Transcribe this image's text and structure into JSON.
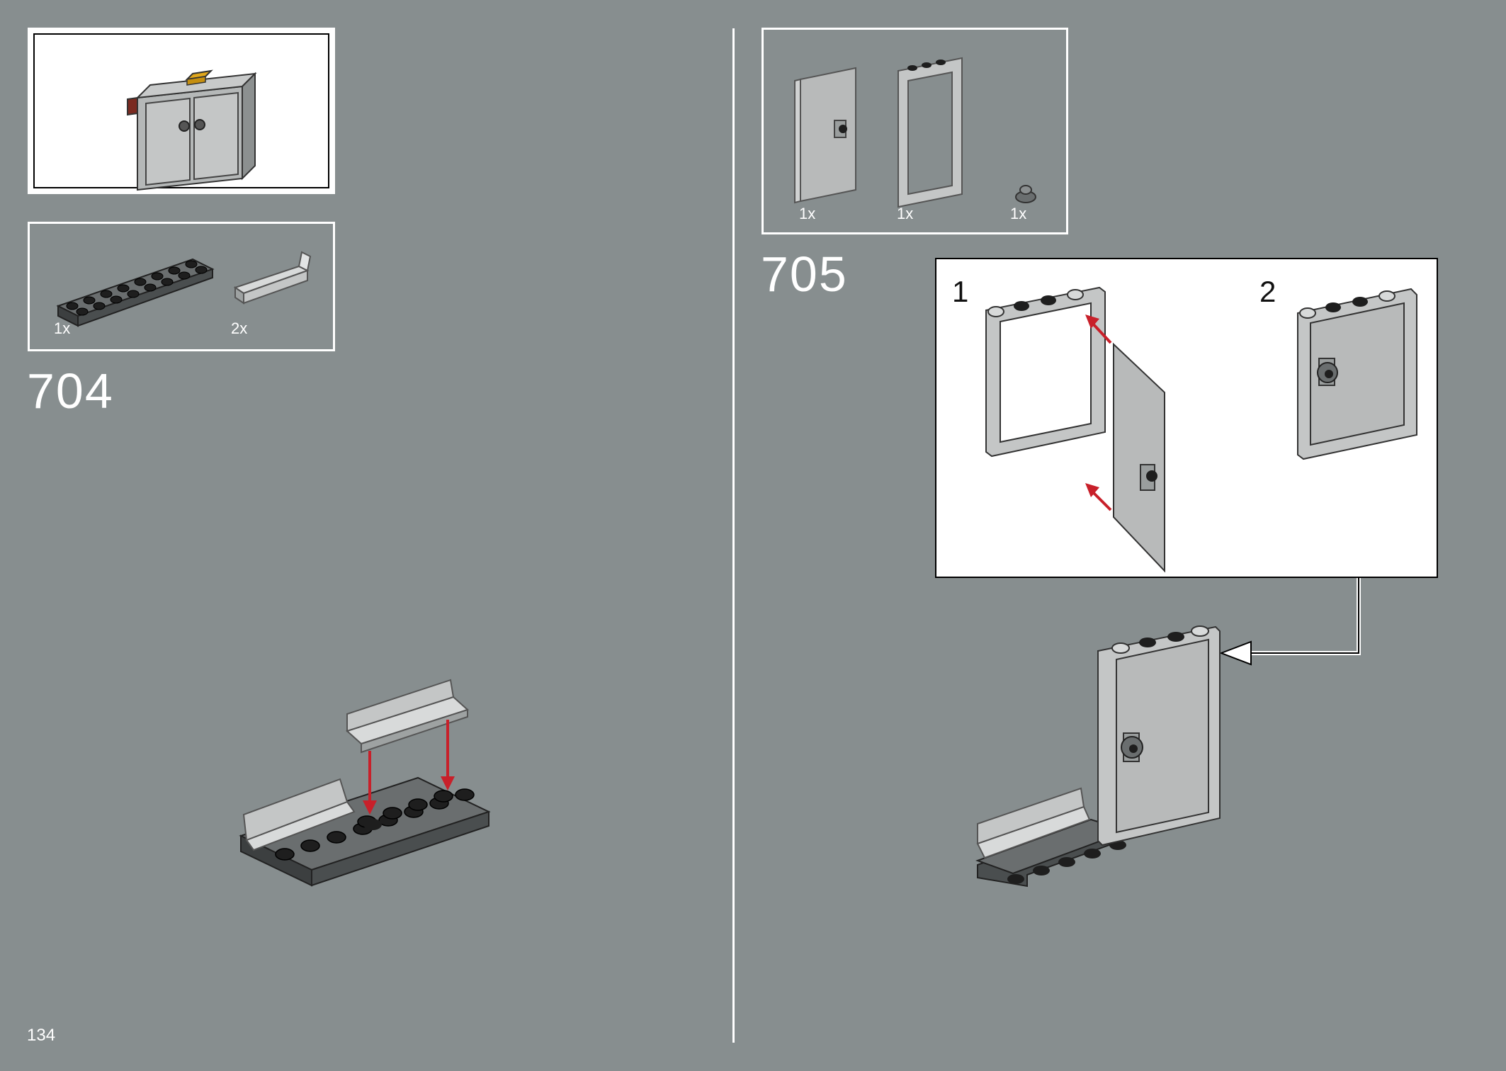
{
  "page": {
    "number": "134"
  },
  "step_704": {
    "number": "704",
    "parts": [
      {
        "qty": "1x",
        "name": "plate-2x8-dark-gray"
      },
      {
        "qty": "2x",
        "name": "bracket-light-gray"
      }
    ]
  },
  "step_705": {
    "number": "705",
    "parts": [
      {
        "qty": "1x",
        "name": "door-light-gray"
      },
      {
        "qty": "1x",
        "name": "door-frame-light-gray"
      },
      {
        "qty": "1x",
        "name": "round-knob-dark-gray"
      }
    ],
    "substeps": [
      {
        "label": "1"
      },
      {
        "label": "2"
      }
    ]
  },
  "colors": {
    "background": "#878e8f",
    "frame_border": "#ffffff",
    "arrow_red": "#c8202a",
    "brick_light_gray": "#a9adad",
    "brick_dark_gray": "#5a5e5f",
    "stud_black": "#1e1e1e",
    "accent_yellow": "#e0a71c"
  }
}
